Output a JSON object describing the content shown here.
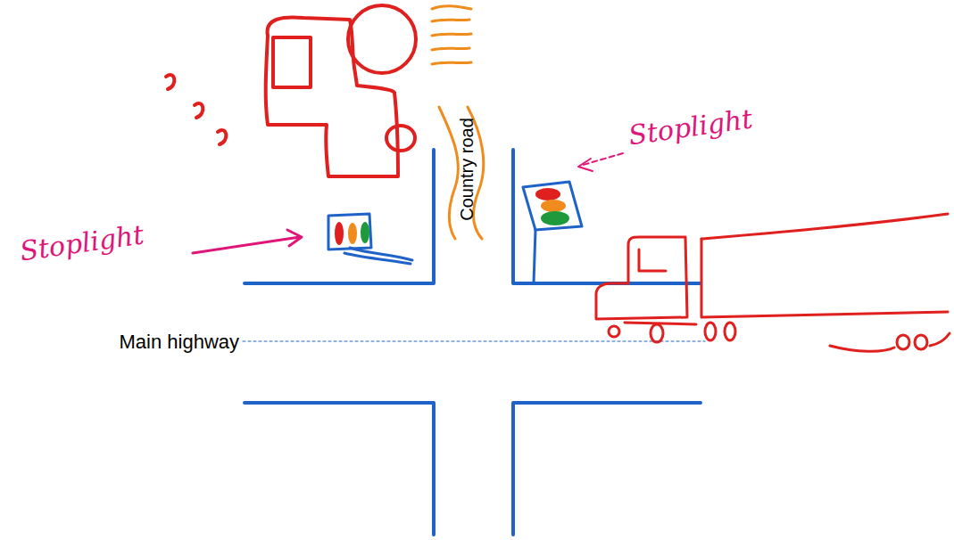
{
  "diagram": {
    "labels": [
      "Stoplight",
      "Country road",
      "Stoplight",
      "Main highway"
    ]
  }
}
